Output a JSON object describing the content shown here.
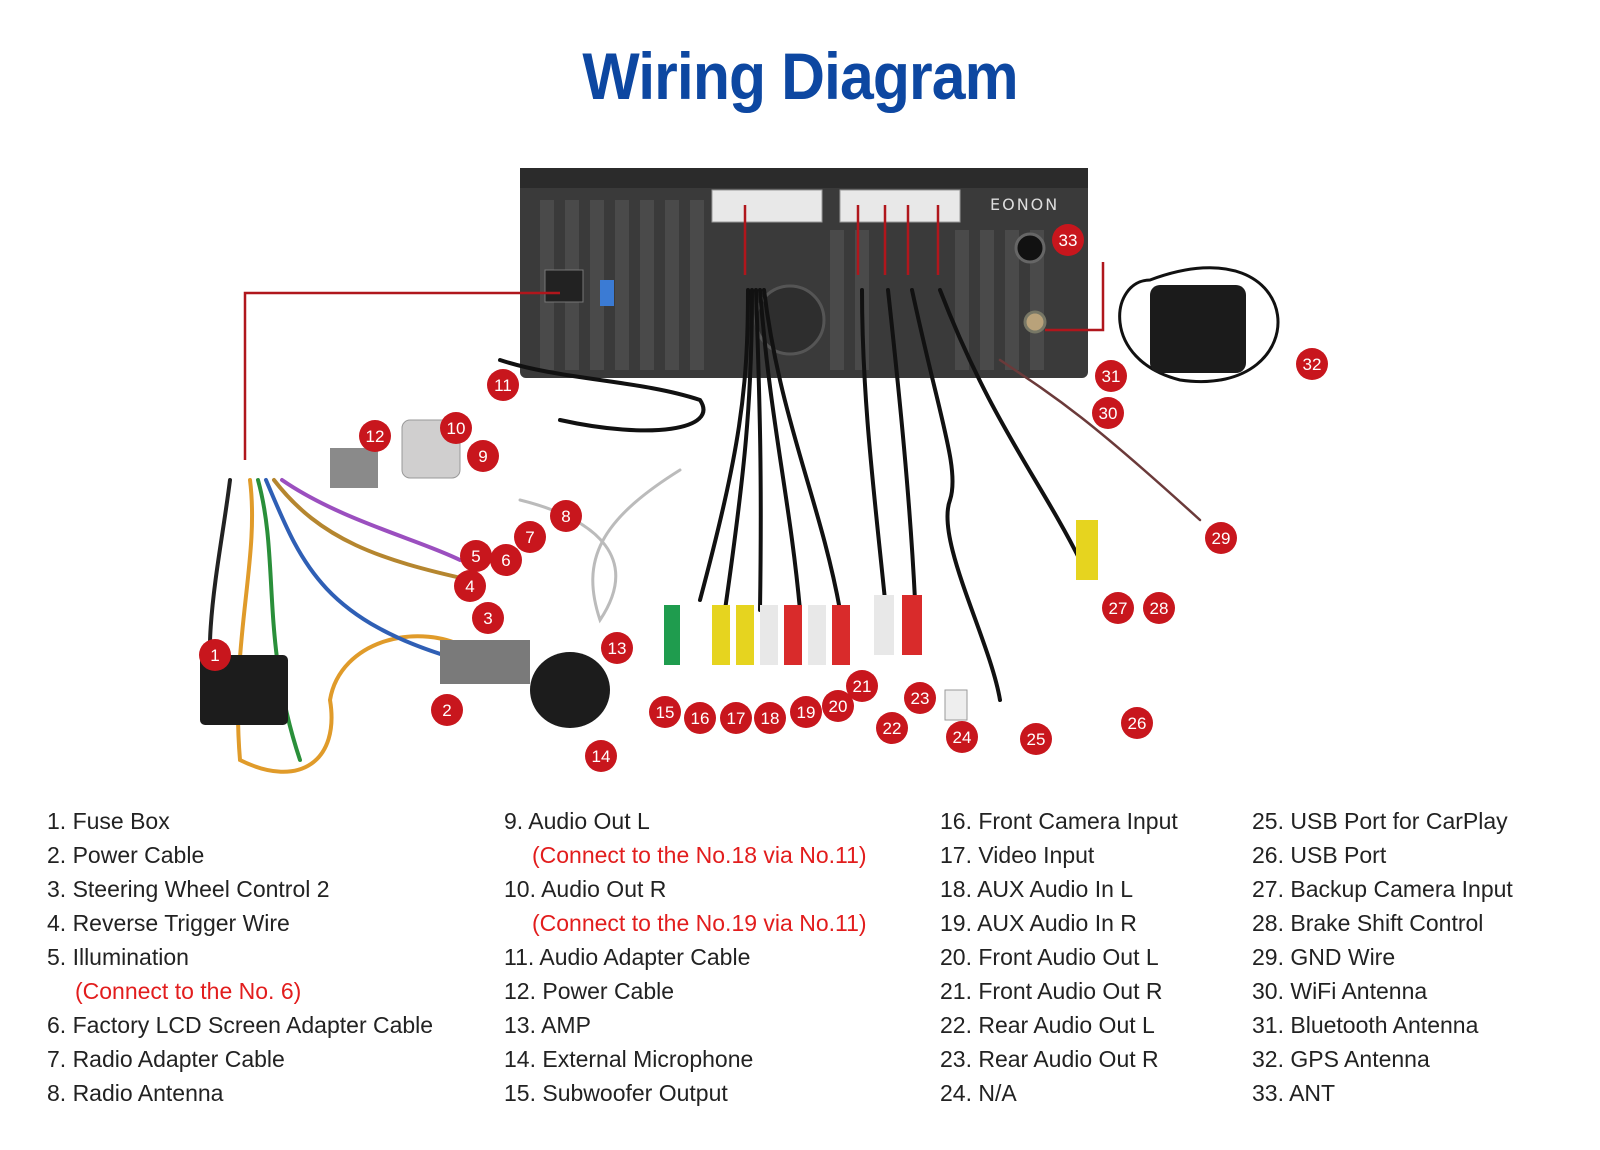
{
  "title": "Wiring Diagram",
  "unit": {
    "brand_logo_text": "EONON"
  },
  "badges": [
    "1",
    "2",
    "3",
    "4",
    "5",
    "6",
    "7",
    "8",
    "9",
    "10",
    "11",
    "12",
    "13",
    "14",
    "15",
    "16",
    "17",
    "18",
    "19",
    "20",
    "21",
    "22",
    "23",
    "24",
    "25",
    "26",
    "27",
    "28",
    "29",
    "30",
    "31",
    "32",
    "33"
  ],
  "legend": {
    "col1": [
      {
        "text": "1. Fuse Box"
      },
      {
        "text": "2. Power Cable"
      },
      {
        "text": "3. Steering Wheel Control 2"
      },
      {
        "text": "4. Reverse Trigger Wire"
      },
      {
        "text": "5. Illumination"
      },
      {
        "note": "(Connect to the No. 6)"
      },
      {
        "text": "6. Factory LCD Screen Adapter Cable"
      },
      {
        "text": "7. Radio Adapter Cable"
      },
      {
        "text": "8. Radio Antenna"
      }
    ],
    "col2": [
      {
        "text": "9. Audio Out L"
      },
      {
        "note": "(Connect to the No.18 via No.11)"
      },
      {
        "text": "10. Audio Out R"
      },
      {
        "note": "(Connect to the No.19 via No.11)"
      },
      {
        "text": "11. Audio Adapter Cable"
      },
      {
        "text": "12. Power Cable"
      },
      {
        "text": "13. AMP"
      },
      {
        "text": "14. External Microphone"
      },
      {
        "text": "15. Subwoofer Output"
      }
    ],
    "col3": [
      {
        "text": "16. Front Camera Input"
      },
      {
        "text": "17. Video Input"
      },
      {
        "text": "18. AUX Audio In L"
      },
      {
        "text": "19. AUX Audio In R"
      },
      {
        "text": "20. Front Audio Out L"
      },
      {
        "text": "21. Front Audio Out R"
      },
      {
        "text": "22. Rear Audio Out L"
      },
      {
        "text": "23. Rear Audio Out R"
      },
      {
        "text": "24. N/A"
      }
    ],
    "col4": [
      {
        "text": "25. USB Port for CarPlay"
      },
      {
        "text": "26. USB Port"
      },
      {
        "text": "27. Backup Camera Input"
      },
      {
        "text": "28. Brake Shift Control"
      },
      {
        "text": "29. GND Wire"
      },
      {
        "text": "30. WiFi Antenna"
      },
      {
        "text": "31. Bluetooth Antenna"
      },
      {
        "text": "32. GPS Antenna"
      },
      {
        "text": "33. ANT"
      }
    ]
  },
  "colors": {
    "title": "#0d47a1",
    "badge": "#c8161d",
    "note": "#e21d1d",
    "leader": "#b0161c"
  }
}
